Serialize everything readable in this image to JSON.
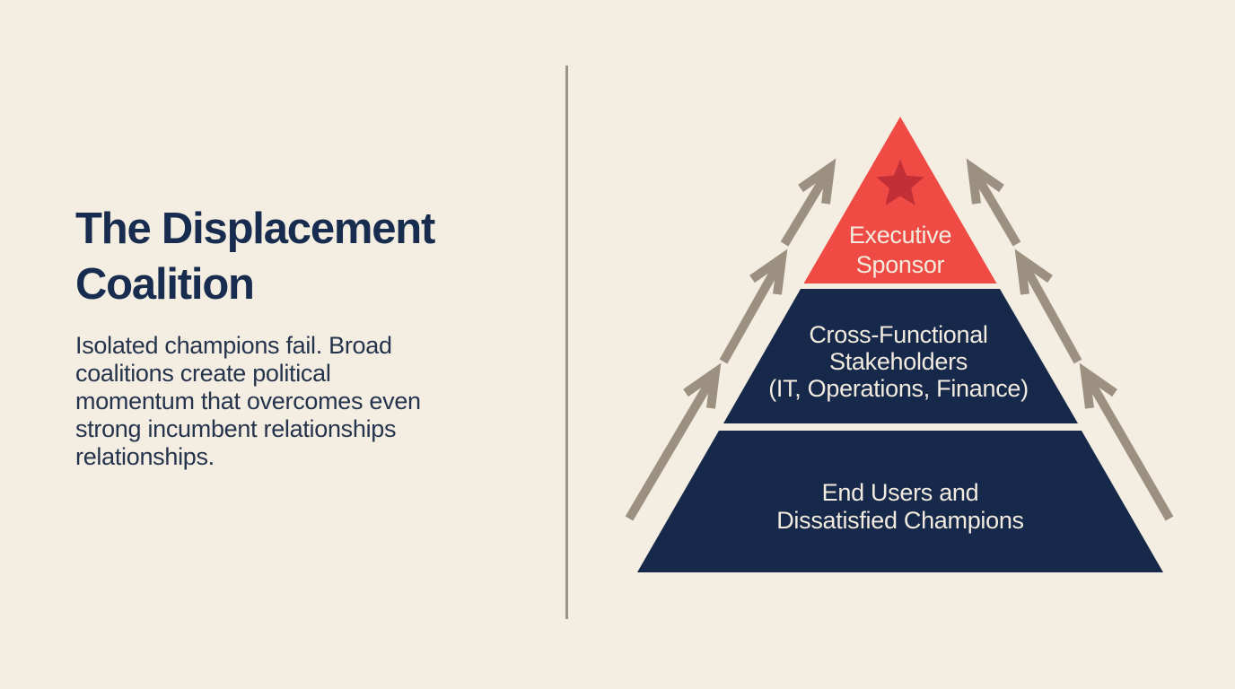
{
  "slide": {
    "title": "The Displacement Coalition",
    "description_lines": [
      "Isolated champions fail. Broad",
      "coalitions create political",
      "momentum that overcomes even",
      "strong incumbent relationships",
      "relationships."
    ]
  },
  "pyramid": {
    "tiers": [
      {
        "id": "executive-sponsor",
        "lines": [
          "Executive",
          "Sponsor"
        ],
        "color": "#ef4a43",
        "icon": "star-icon"
      },
      {
        "id": "cross-functional-stakeholders",
        "lines": [
          "Cross-Functional",
          "Stakeholders",
          "(IT, Operations, Finance)"
        ],
        "color": "#17294a"
      },
      {
        "id": "end-users-and-dissatisfied-champions",
        "lines": [
          "End Users and",
          "Dissatisfied Champions"
        ],
        "color": "#17294a"
      }
    ],
    "star_color": "#c22f36",
    "arrow_color": "#9c9181",
    "label_color": "#f2ebdf"
  },
  "colors": {
    "background": "#f3eee1",
    "title_text": "#172c4e",
    "body_text": "#25334d",
    "divider": "#8c8473"
  }
}
